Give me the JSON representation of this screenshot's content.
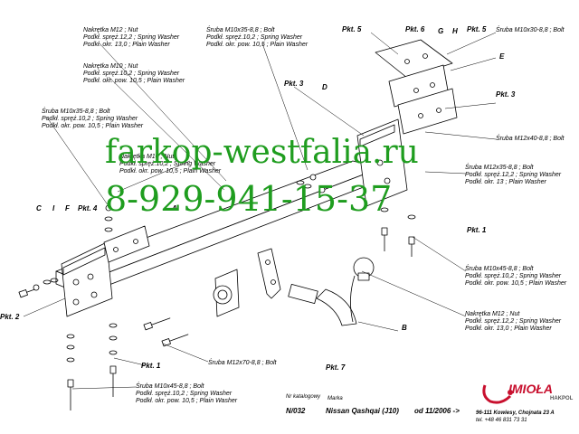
{
  "watermark": {
    "site": "farkop-westfalia.ru",
    "phone": "8-929-941-15-37",
    "color": "#1f9d1f"
  },
  "labels": {
    "nut_m12_top": [
      "Nakrętka  M12 ; Nut",
      "Podkł. spręż.12,2 ; Spring Washer",
      "Podkł. okr. 13,0 ; Plain Washer"
    ],
    "nut_m10": [
      "Nakrętka  M10 ; Nut",
      "Podkł. spręż.10,2 ; Spring Washer",
      "Podkł. okr. pow. 10,5 ; Plain Washer"
    ],
    "bolt_m10x35_left": [
      "Śruba M10x35-8,8 ;  Bolt",
      "Podkł. spręż.10,2 ; Spring Washer",
      "Podkł. okr. pow. 10,5 ; Plain Washer"
    ],
    "nut_m10_mid": [
      "Nakrętka  M10 ; Nut",
      "Podkł. spręż.10,2 ; Spring Washer",
      "Podkł. okr. pow. 10,5 ; Plain Washer"
    ],
    "bolt_m10x35_top": [
      "Śruba M10x35-8,8 ;  Bolt",
      "Podkł. spręż.10,2 ; Spring Washer",
      "Podkł. okr. pow. 10,5 ; Plain Washer"
    ],
    "bolt_m10x30": "Śruba M10x30-8,8 ;  Bolt",
    "bolt_m12x40": "Śruba M12x40-8,8 ;  Bolt",
    "bolt_m12x35": [
      "Śruba M12x35-8,8 ;  Bolt",
      "Podkł. spręż.12,2 ; Spring Washer",
      "Podkł. okr. 13 ; Plain Washer"
    ],
    "bolt_m10x45_right": [
      "Śruba M10x45-8,8 ;  Bolt",
      "Podkł. spręż.10,2 ; Spring Washer",
      "Podkł. okr. pow. 10,5 ; Plain Washer"
    ],
    "nut_m12_right": [
      "Nakrętka  M12 ; Nut",
      "Podkł. spręż.12,2 ; Spring Washer",
      "Podkł. okr. 13,0 ; Plain Washer"
    ],
    "bolt_m12x70": "Śruba M12x70-8,8 ;  Bolt",
    "bolt_m10x45_bottom": [
      "Śruba M10x45-8,8 ;  Bolt",
      "Podkł. spręż.10,2 ; Spring Washer",
      "Podkł. okr. pow. 10,5 ; Plain Washer"
    ]
  },
  "pkts": {
    "pkt6": "Pkt. 6",
    "pkt5_top_left": "Pkt. 5",
    "pkt5_top_right": "Pkt. 5",
    "pkt3_left": "Pkt. 3",
    "pkt3_right": "Pkt. 3",
    "pkt4": "Pkt. 4",
    "pkt1_right": "Pkt. 1",
    "pkt2": "Pkt. 2",
    "pkt1_bottom": "Pkt. 1",
    "pkt7": "Pkt. 7"
  },
  "letters": {
    "G": "G",
    "H": "H",
    "E": "E",
    "D": "D",
    "C": "C",
    "I": "I",
    "F": "F",
    "A": "A",
    "B": "B"
  },
  "footer": {
    "nr_label": "Nr katalogowy",
    "marka_label": "Marka",
    "nr_value": "N/032",
    "marka_value": "Nissan Qashqai (J10)",
    "date_value": "od 11/2006 ->",
    "brand": "IMIOŁA",
    "brand_sub": "HAKPOL",
    "address": "96-111 Kowiesy, Chojnata 23 A",
    "phone": "tel. +48 46 831 73 31",
    "brand_color": "#c8102e"
  }
}
